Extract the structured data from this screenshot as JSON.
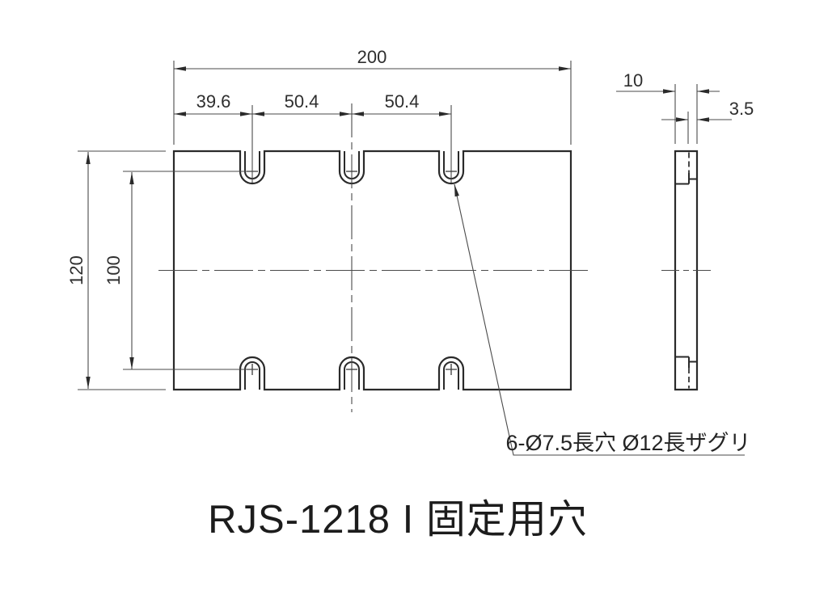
{
  "drawing": {
    "title": "RJS-1218 I 固定用穴",
    "note": "6-Ø7.5長穴 Ø12長ザグリ",
    "dimensions": {
      "overall_width": "200",
      "edge_to_first_slot": "39.6",
      "slot_pitch_1": "50.4",
      "slot_pitch_2": "50.4",
      "overall_height": "120",
      "slot_row_pitch": "100",
      "thickness": "10",
      "counterbore_depth": "3.5"
    },
    "colors": {
      "object_line": "#2a2a2a",
      "thin_line": "#4a4a4a",
      "background": "#ffffff"
    }
  }
}
